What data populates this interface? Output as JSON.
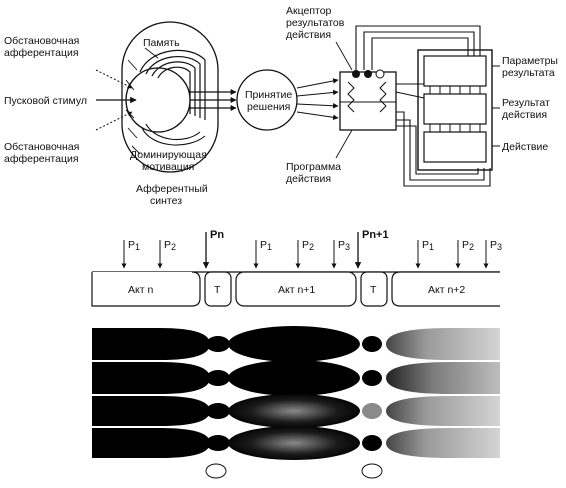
{
  "top": {
    "left_labels": {
      "situational_afferentation_1": [
        "Обстановочная",
        "афферентация"
      ],
      "trigger_stimulus": "Пусковой стимул",
      "situational_afferentation_2": [
        "Обстановочная",
        "афферентация"
      ]
    },
    "memory": "Память",
    "dominant_motivation": [
      "Доминирующая",
      "мотивация"
    ],
    "afferent_synthesis": [
      "Афферентный",
      "синтез"
    ],
    "decision": [
      "Принятие",
      "решения"
    ],
    "acceptor": [
      "Акцептор",
      "результатов",
      "действия"
    ],
    "action_program": [
      "Программа",
      "действия"
    ],
    "right_labels": {
      "result_params": [
        "Параметры",
        "результата"
      ],
      "action_result": [
        "Результат",
        "действия"
      ],
      "action": "Действие"
    }
  },
  "bottom": {
    "p_labels": [
      "P",
      "P",
      "P"
    ],
    "p_subscripts": [
      "1",
      "2",
      "3"
    ],
    "pn": "Pn",
    "pn1": "Pn+1",
    "acts": [
      "Акт n",
      "Акт n+1",
      "Акт n+2"
    ],
    "t_label": "Т"
  },
  "colors": {
    "ink": "#111111",
    "paper": "#ffffff",
    "grey": "#8a8a8a",
    "light": "#cfcfcf"
  }
}
